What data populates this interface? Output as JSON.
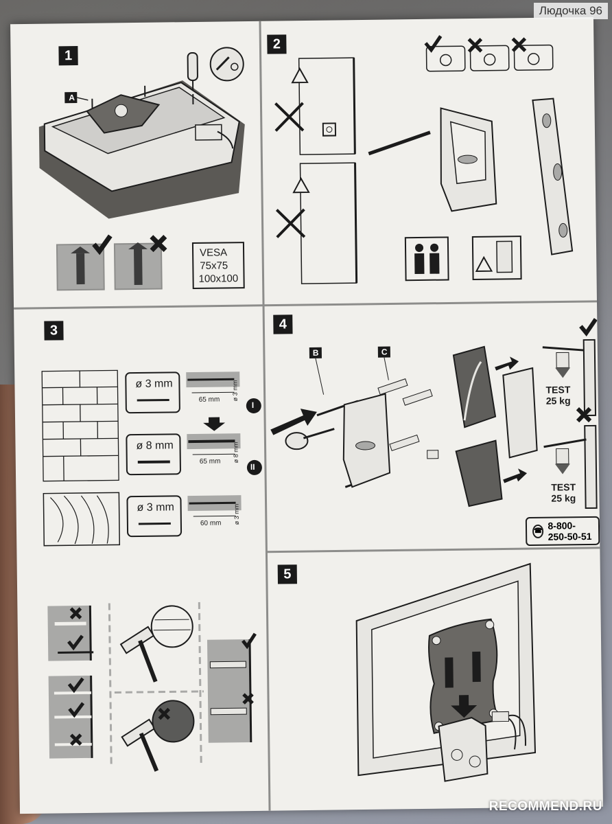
{
  "watermark": {
    "user": "Людочка 96",
    "site": "RECOMMEND.RU"
  },
  "steps": {
    "s1": {
      "number": "1",
      "part_label": "A",
      "vesa_title": "VESA",
      "vesa_a": "75x75",
      "vesa_b": "100x100"
    },
    "s2": {
      "number": "2"
    },
    "s3": {
      "number": "3",
      "rows": [
        {
          "bit": "ø 3 mm",
          "depth": "65 mm",
          "hole": "ø 3 mm",
          "roman": "I"
        },
        {
          "bit": "ø 8 mm",
          "depth": "65 mm",
          "hole": "ø 8 mm",
          "roman": "II"
        },
        {
          "bit": "ø 3 mm",
          "depth": "60 mm",
          "hole": "ø 3 mm",
          "roman": ""
        }
      ]
    },
    "s4": {
      "number": "4",
      "label_b": "B",
      "label_c": "C",
      "test_ok": "TEST",
      "test_ok_load": "25 kg",
      "test_bad": "TEST",
      "test_bad_load": "25 kg",
      "phone": "8-800-250-50-51"
    },
    "s5": {
      "number": "5"
    }
  },
  "icons": {
    "check": "check-mark-icon",
    "cross": "cross-mark-icon",
    "warning": "warning-triangle-icon",
    "phone": "phone-icon",
    "two_people": "two-people-icon"
  },
  "colors": {
    "ink": "#1c1c1c",
    "paper": "#f1f0ec",
    "gray_fill": "#a9a9a7",
    "grid_line": "#8d8d8b"
  }
}
